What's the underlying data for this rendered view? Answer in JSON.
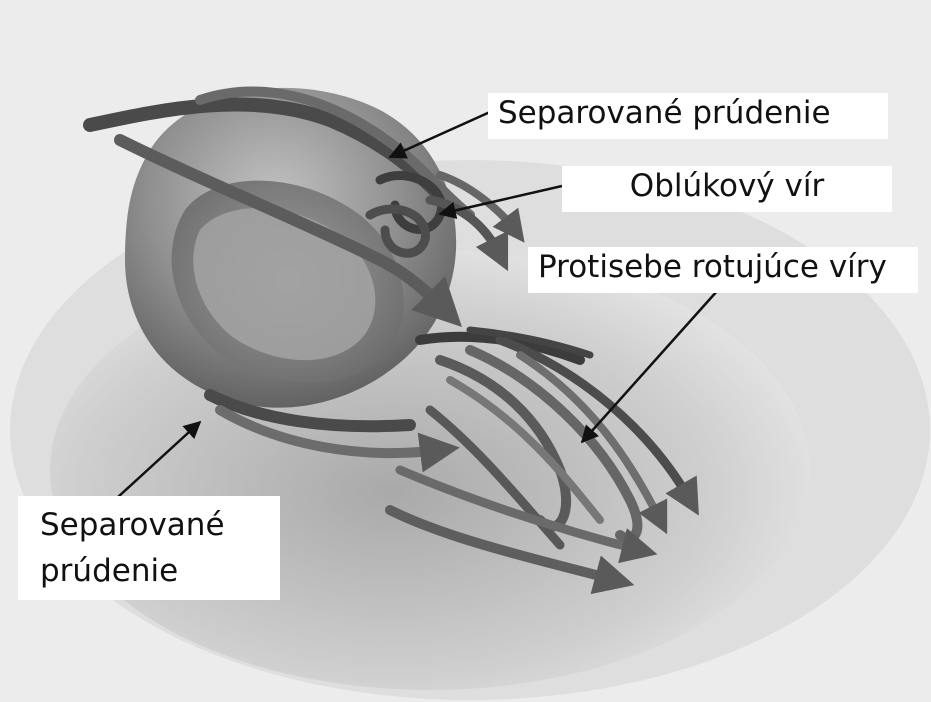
{
  "labels": {
    "separated_flow_top": "Separované prúdenie",
    "arch_vortex": "Oblúkový vír",
    "counter_rotating": "Protisebe rotujúce víry",
    "separated_flow_bottom_line1": "Separované",
    "separated_flow_bottom_line2": "prúdenie"
  },
  "colors": {
    "background": "#ebebeb",
    "wake_shadow": "#c9c9c9",
    "body_fill": "#8a8a8a",
    "ribbon_dark": "#3a3a3a",
    "ribbon_mid": "#6b6b6b",
    "arrow": "#111111"
  }
}
